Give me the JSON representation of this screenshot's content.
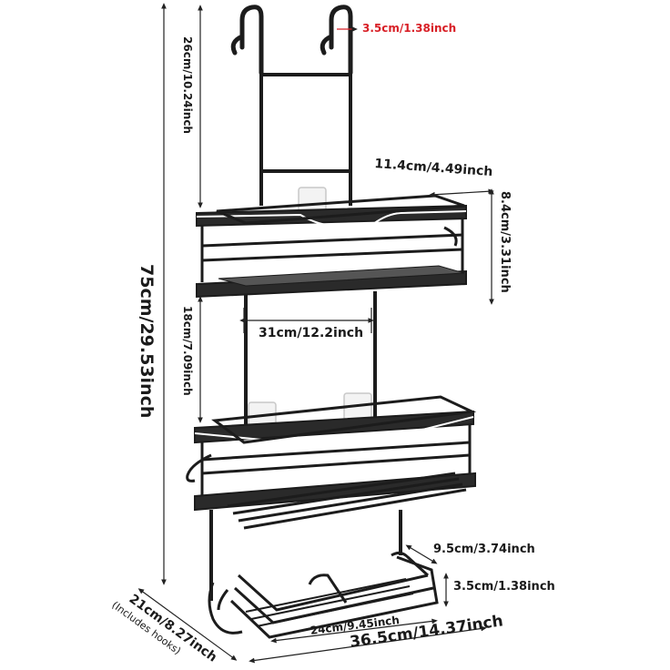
{
  "dimensions": {
    "hook_gap": "3.5cm/1.38inch",
    "hook_height": "26cm/10.24inch",
    "total_height": "75cm/29.53inch",
    "top_depth": "11.4cm/4.49inch",
    "top_basket_height": "8.4cm/3.31inch",
    "width": "31cm/12.2inch",
    "shelf_gap": "18cm/7.09inch",
    "soap_depth": "9.5cm/3.74inch",
    "soap_height": "3.5cm/1.38inch",
    "soap_width": "24cm/9.45inch",
    "overall_width": "36.5cm/14.37inch",
    "overall_depth": "21cm/8.27inch",
    "overall_depth_note": "(Includes hooks)"
  },
  "colors": {
    "metal": "#1c1c1c",
    "highlight_label": "#d81f26",
    "dimension_line": "#222222"
  }
}
